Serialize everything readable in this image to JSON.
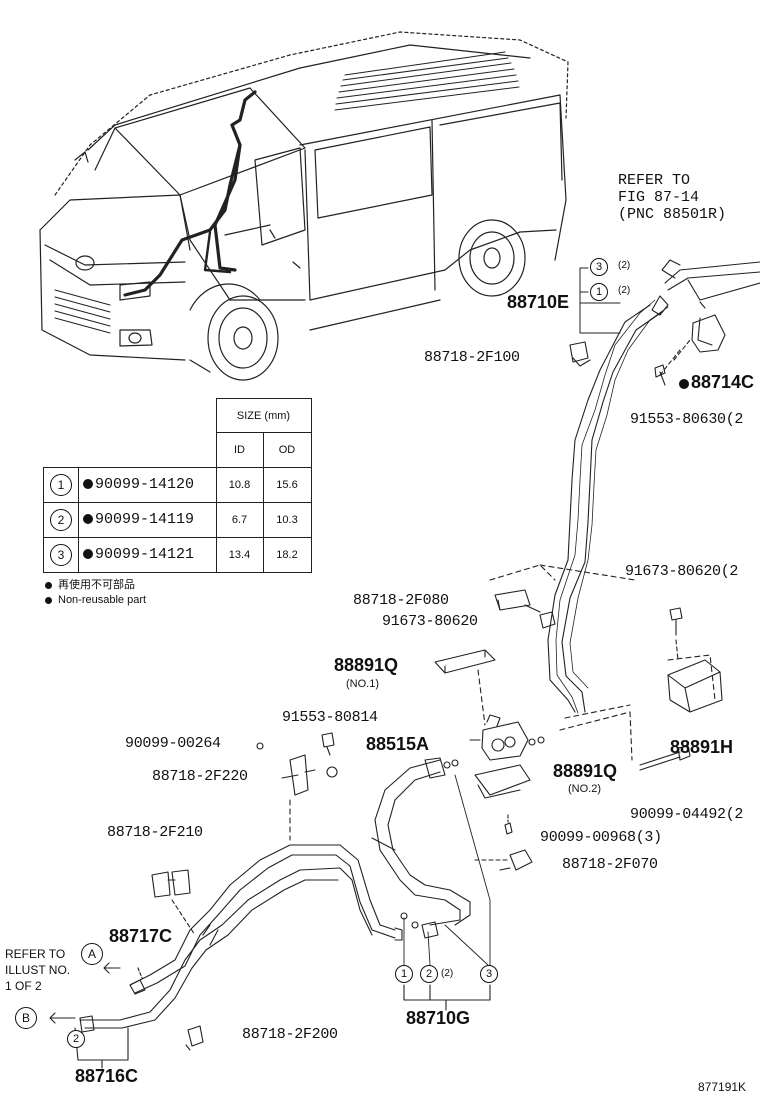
{
  "labels": {
    "refer_fig": [
      "REFER TO",
      "FIG 87-14",
      "(PNC 88501R)"
    ],
    "p88710E": "88710E",
    "p88718_2F100": "88718-2F100",
    "p88714C": "88714C",
    "p91553_80630": "91553-80630(2",
    "p91673_80620_2": "91673-80620(2",
    "p88718_2F080": "88718-2F080",
    "p91673_80620": "91673-80620",
    "p88891Q_1": "88891Q",
    "no1": "(NO.1)",
    "p91553_80814": "91553-80814",
    "p90099_00264": "90099-00264",
    "p88515A": "88515A",
    "p88891Q_2": "88891Q",
    "no2": "(NO.2)",
    "p88891H": "88891H",
    "p88718_2F220": "88718-2F220",
    "p90099_04492": "90099-04492(2",
    "p88718_2F210": "88718-2F210",
    "p90099_00968": "90099-00968(3)",
    "p88718_2F070": "88718-2F070",
    "p88717C": "88717C",
    "refer_illust": [
      "REFER TO",
      "ILLUST NO.",
      "1 OF 2"
    ],
    "ref_a": "A",
    "ref_b": "B",
    "p88710G": "88710G",
    "p88718_2F200": "88718-2F200",
    "p88716C": "88716C",
    "fig_code": "877191K",
    "qty2": "(2)"
  },
  "callouts": {
    "one": "1",
    "two": "2",
    "three": "3"
  },
  "size_table": {
    "header": "SIZE (mm)",
    "col_id": "ID",
    "col_od": "OD",
    "rows": [
      {
        "num": "1",
        "part": "90099-14120",
        "id": "10.8",
        "od": "15.6"
      },
      {
        "num": "2",
        "part": "90099-14119",
        "id": "6.7",
        "od": "10.3"
      },
      {
        "num": "3",
        "part": "90099-14121",
        "id": "13.4",
        "od": "18.2"
      }
    ]
  },
  "notes": {
    "japanese": "再使用不可部品",
    "english": "Non-reusable part"
  }
}
